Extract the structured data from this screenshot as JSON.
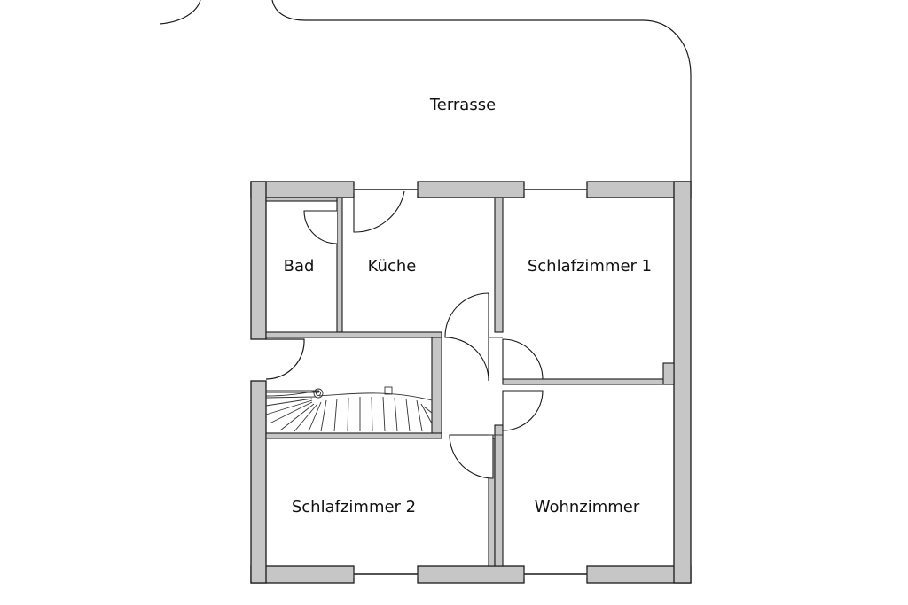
{
  "rooms": {
    "terrace": "Terrasse",
    "bath": "Bad",
    "kitchen": "Küche",
    "bedroom1": "Schlafzimmer 1",
    "bedroom2": "Schlafzimmer 2",
    "living": "Wohnzimmer"
  },
  "colors": {
    "wall_fill": "#c6c6c6",
    "line": "#1a1a1a",
    "background": "#ffffff"
  }
}
